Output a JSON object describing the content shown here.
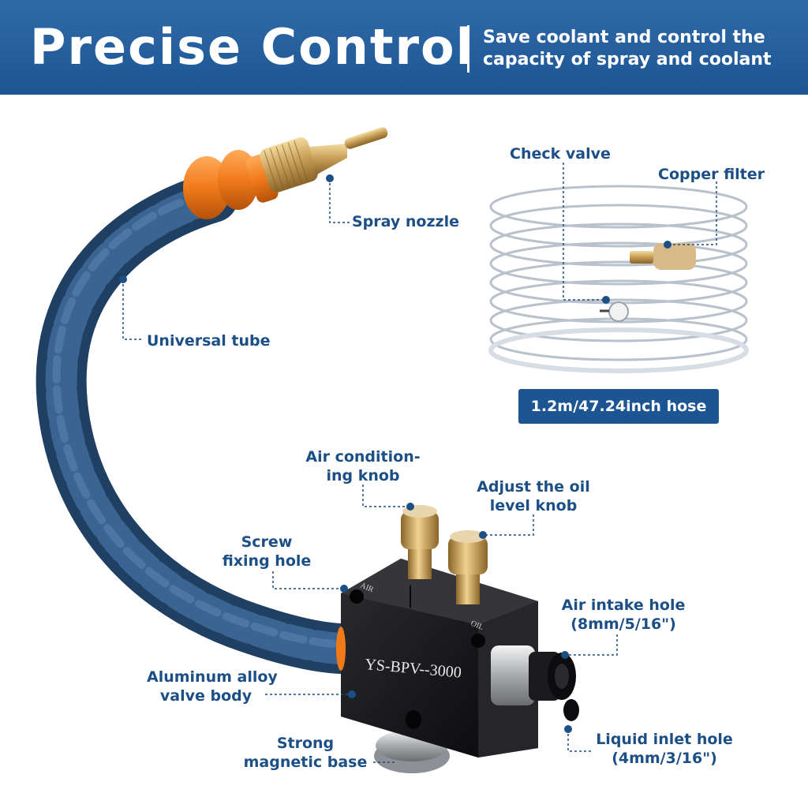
{
  "header": {
    "title": "Precise Control",
    "subtitle_line1": "Save coolant and control the",
    "subtitle_line2": "capacity of spray and coolant"
  },
  "callouts": {
    "spray_nozzle": "Spray nozzle",
    "universal_tube": "Universal tube",
    "check_valve": "Check valve",
    "copper_filter": "Copper filter",
    "hose_length": "1.2m/47.24inch hose",
    "air_knob_line1": "Air condition-",
    "air_knob_line2": "ing knob",
    "oil_knob_line1": "Adjust the oil",
    "oil_knob_line2": "level knob",
    "screw_line1": "Screw",
    "screw_line2": "fixing hole",
    "air_intake_line1": "Air intake hole",
    "air_intake_line2": "(8mm/5/16\")",
    "valve_body_line1": "Aluminum alloy",
    "valve_body_line2": "valve body",
    "magnetic_line1": "Strong",
    "magnetic_line2": "magnetic base",
    "liquid_inlet_line1": "Liquid inlet hole",
    "liquid_inlet_line2": "(4mm/3/16\")"
  },
  "product": {
    "model_text": "YS-BPV--3000",
    "engrave_air": "AIR",
    "engrave_oil": "OIL"
  },
  "colors": {
    "brand_blue": "#1d5593",
    "label_blue": "#1c4f85",
    "tube_blue": "#2b4f76",
    "orange": "#f07a1a",
    "brass": "#c9a15a"
  }
}
